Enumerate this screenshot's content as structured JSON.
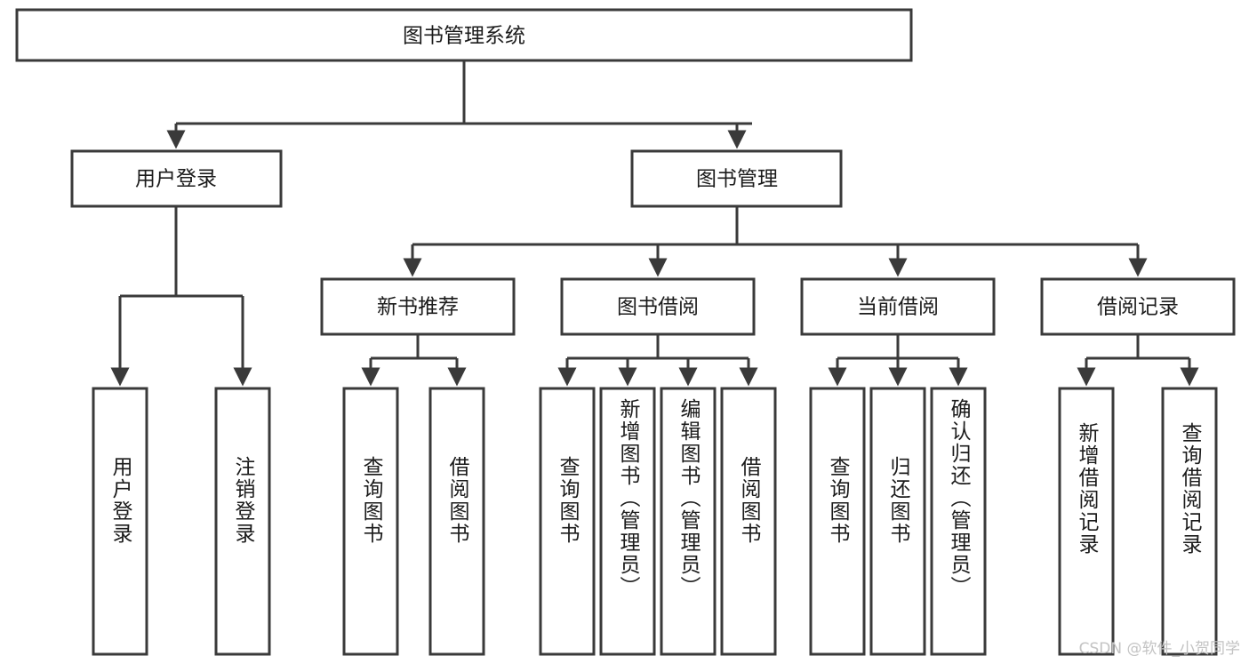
{
  "diagram": {
    "type": "tree",
    "title": "图书管理系统",
    "orientation": "top-down",
    "colors": {
      "box_stroke": "#3a3a3a",
      "box_fill": "#ffffff",
      "text": "#1b1b1b",
      "background": "#ffffff",
      "watermark": "#c3c3c3"
    },
    "root": {
      "id": "root",
      "label": "图书管理系统"
    },
    "level2": [
      {
        "id": "user-login",
        "label": "用户登录"
      },
      {
        "id": "book-manage",
        "label": "图书管理"
      }
    ],
    "level3": [
      {
        "id": "new-book-rec",
        "label": "新书推荐",
        "parent": "book-manage"
      },
      {
        "id": "book-borrow",
        "label": "图书借阅",
        "parent": "book-manage"
      },
      {
        "id": "current-borrow",
        "label": "当前借阅",
        "parent": "book-manage"
      },
      {
        "id": "borrow-record",
        "label": "借阅记录",
        "parent": "book-manage"
      }
    ],
    "leaves": [
      {
        "id": "leaf-user-login",
        "label": "用户登录",
        "parent": "user-login"
      },
      {
        "id": "leaf-user-logout",
        "label": "注销登录",
        "parent": "user-login"
      },
      {
        "id": "leaf-query-book-1",
        "label": "查询图书",
        "parent": "new-book-rec"
      },
      {
        "id": "leaf-borrow-book-1",
        "label": "借阅图书",
        "parent": "new-book-rec"
      },
      {
        "id": "leaf-query-book-2",
        "label": "查询图书",
        "parent": "book-borrow"
      },
      {
        "id": "leaf-add-book",
        "label": "新增图书（管理员）",
        "parent": "book-borrow"
      },
      {
        "id": "leaf-edit-book",
        "label": "编辑图书（管理员）",
        "parent": "book-borrow"
      },
      {
        "id": "leaf-borrow-book-2",
        "label": "借阅图书",
        "parent": "book-borrow"
      },
      {
        "id": "leaf-query-book-3",
        "label": "查询图书",
        "parent": "current-borrow"
      },
      {
        "id": "leaf-return-book",
        "label": "归还图书",
        "parent": "current-borrow"
      },
      {
        "id": "leaf-confirm-return",
        "label": "确认归还（管理员）",
        "parent": "current-borrow"
      },
      {
        "id": "leaf-add-record",
        "label": "新增借阅记录",
        "parent": "borrow-record"
      },
      {
        "id": "leaf-query-record",
        "label": "查询借阅记录",
        "parent": "borrow-record"
      }
    ]
  },
  "watermark": {
    "text": "CSDN @软件_小贺同学"
  }
}
